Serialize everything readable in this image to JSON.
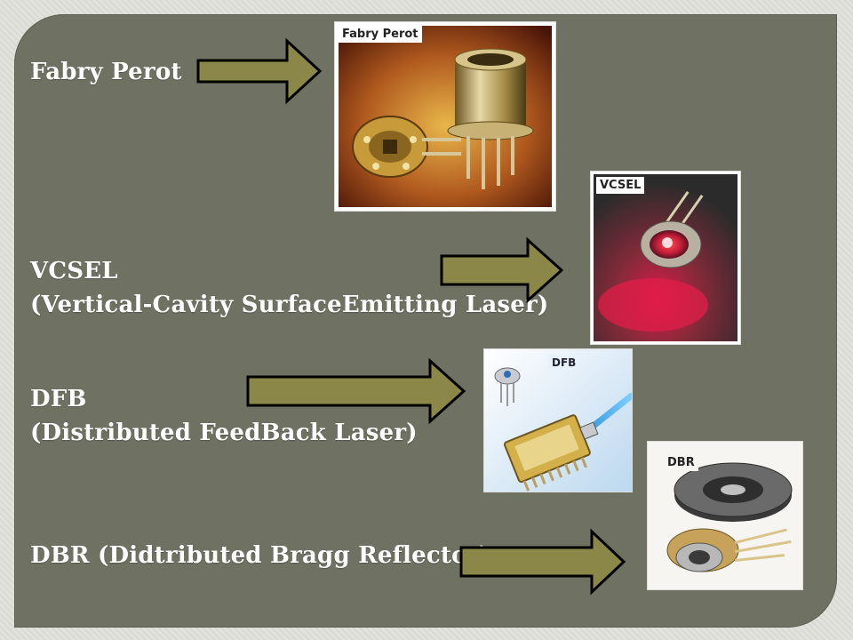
{
  "items": [
    {
      "title": "Fabry Perot",
      "subtitle": "",
      "photo_tag": "Fabry Perot"
    },
    {
      "title": "VCSEL",
      "subtitle": "(Vertical-Cavity SurfaceEmitting Laser)",
      "photo_tag": "VCSEL"
    },
    {
      "title": "DFB",
      "subtitle": "(Distributed FeedBack Laser)",
      "photo_tag": "DFB"
    },
    {
      "title": "DBR (Didtributed Bragg Reflector)",
      "subtitle": "",
      "photo_tag": "DBR"
    }
  ],
  "colors": {
    "panel": "#6f7162",
    "arrow_fill": "#8a8748",
    "arrow_stroke": "#000000",
    "text": "#ffffff"
  }
}
